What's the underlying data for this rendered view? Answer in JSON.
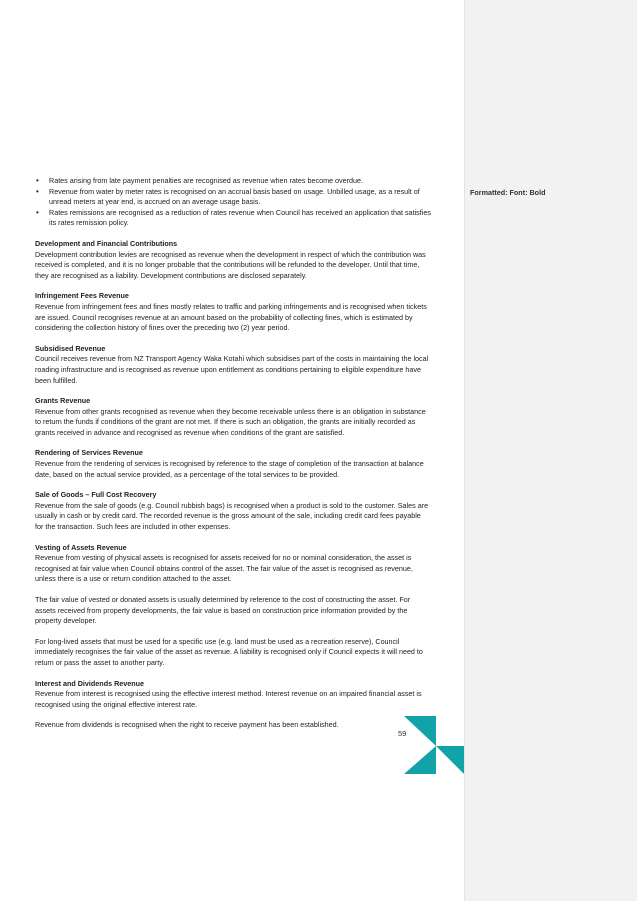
{
  "bullets": [
    "Rates arising from late payment penalties are recognised as revenue when rates become overdue.",
    "Revenue from water by meter rates is recognised on an accrual basis based on usage. Unbilled usage, as a result of unread meters at year end, is accrued on an average usage basis.",
    "Rates remissions are recognised as a reduction of rates revenue when Council has received an application that satisfies its rates remission policy."
  ],
  "sections": [
    {
      "heading": "Development and Financial Contributions",
      "paras": [
        "Development contribution levies are recognised as revenue when the development in respect of which the contribution was received is completed, and it is no longer probable that the contributions will be refunded to the developer. Until that time, they are recognised as a liability. Development contributions are disclosed separately."
      ]
    },
    {
      "heading": "Infringement Fees Revenue",
      "paras": [
        "Revenue from infringement fees and fines mostly relates to traffic and parking infringements and is recognised when tickets are issued. Council recognises revenue at an amount based on the probability of collecting fines, which is estimated by considering the collection history of fines over the preceding two (2) year period."
      ]
    },
    {
      "heading": "Subsidised Revenue",
      "paras": [
        "Council receives revenue from NZ Transport Agency Waka Kotahi which subsidises part of the costs in maintaining the local roading infrastructure and is recognised as revenue upon entitlement as conditions pertaining to eligible expenditure have been fulfilled."
      ]
    },
    {
      "heading": "Grants Revenue",
      "paras": [
        "Revenue from other grants recognised as revenue when they become receivable unless there is an obligation in substance to return the funds if conditions of the grant are not met. If there is such an obligation, the grants are initially recorded as grants received in advance and recognised as revenue when conditions of the grant are satisfied."
      ]
    },
    {
      "heading": "Rendering of Services Revenue",
      "paras": [
        "Revenue from the rendering of services is recognised by reference to the stage of completion of the transaction at balance date, based on the actual service provided, as a percentage of the total services to be provided."
      ]
    },
    {
      "heading": "Sale of Goods – Full Cost Recovery",
      "paras": [
        "Revenue from the sale of goods (e.g. Council rubbish bags) is recognised when a product is sold to the customer. Sales are usually in cash or by credit card. The recorded revenue is the gross amount of the sale, including credit card fees payable for the transaction. Such fees are included in other expenses."
      ]
    },
    {
      "heading": "Vesting of Assets Revenue",
      "paras": [
        "Revenue from vesting of physical assets is recognised for assets received for no or nominal consideration, the asset is recognised at fair value when Council obtains control of the asset. The fair value of the asset is recognised as revenue, unless there is a use or return condition attached to the asset.",
        "The fair value of vested or donated assets is usually determined by reference to the cost of constructing the asset. For assets received from property developments, the fair value is based on construction price information provided by the property developer.",
        "For long-lived assets that must be used for a specific use (e.g. land must be used as a recreation reserve), Council immediately recognises the fair value of the asset as revenue. A liability is recognised only if Council expects it will need to return or pass the asset to another party."
      ]
    },
    {
      "heading": "Interest and Dividends Revenue",
      "paras": [
        "Revenue from interest is recognised using the effective interest method. Interest revenue on an impaired financial asset is recognised using the original effective interest rate.",
        "Revenue from dividends is recognised when the right to receive payment has been established."
      ]
    }
  ],
  "page_number": "59",
  "comment_label": "Formatted: Font: Bold",
  "colors": {
    "logo_teal": "#12a3a8"
  }
}
